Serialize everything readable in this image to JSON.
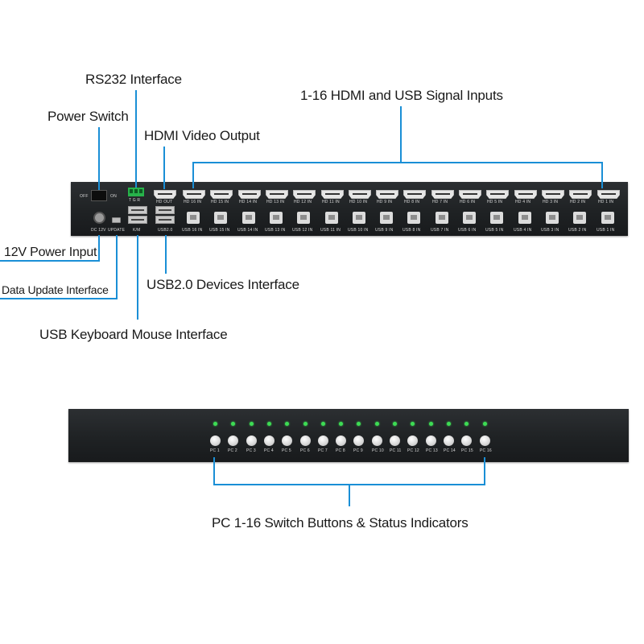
{
  "labels": {
    "rs232": "RS232 Interface",
    "power_switch": "Power Switch",
    "hdmi_output": "HDMI Video Output",
    "hdmi_usb_inputs": "1-16 HDMI and USB Signal Inputs",
    "power_input": "12V Power Input",
    "data_update": "Data Update Interface",
    "usb_devices": "USB2.0 Devices Interface",
    "usb_km": "USB Keyboard Mouse Interface",
    "pc_buttons": "PC 1-16 Switch Buttons & Status Indicators"
  },
  "rear_panel": {
    "off": "OFF",
    "on": "ON",
    "rs232_pins": "T G R",
    "hd_out": "HD OUT",
    "dc12v": "DC 12V",
    "update": "UPDATE",
    "km": "K/M",
    "usb20": "USB2.0",
    "hdmi_inputs": [
      "HD 16 IN",
      "HD 15 IN",
      "HD 14 IN",
      "HD 13 IN",
      "HD 12 IN",
      "HD 11 IN",
      "HD 10 IN",
      "HD 9 IN",
      "HD 8 IN",
      "HD 7 IN",
      "HD 6 IN",
      "HD 5 IN",
      "HD 4 IN",
      "HD 3 IN",
      "HD 2 IN",
      "HD 1 IN"
    ],
    "usb_inputs": [
      "USB 16 IN",
      "USB 15 IN",
      "USB 14 IN",
      "USB 13 IN",
      "USB 12 IN",
      "USB 11 IN",
      "USB 10 IN",
      "USB 9 IN",
      "USB 8 IN",
      "USB 7 IN",
      "USB 6 IN",
      "USB 5 IN",
      "USB 4 IN",
      "USB 3 IN",
      "USB 2 IN",
      "USB 1 IN"
    ]
  },
  "front_panel": {
    "pc_labels": [
      "PC 1",
      "PC 2",
      "PC 3",
      "PC 4",
      "PC 5",
      "PC 6",
      "PC 7",
      "PC 8",
      "PC 9",
      "PC 10",
      "PC 11",
      "PC 12",
      "PC 13",
      "PC 14",
      "PC 15",
      "PC 16"
    ]
  },
  "colors": {
    "callout_line": "#1a8fd6",
    "led": "#3ddc54"
  }
}
